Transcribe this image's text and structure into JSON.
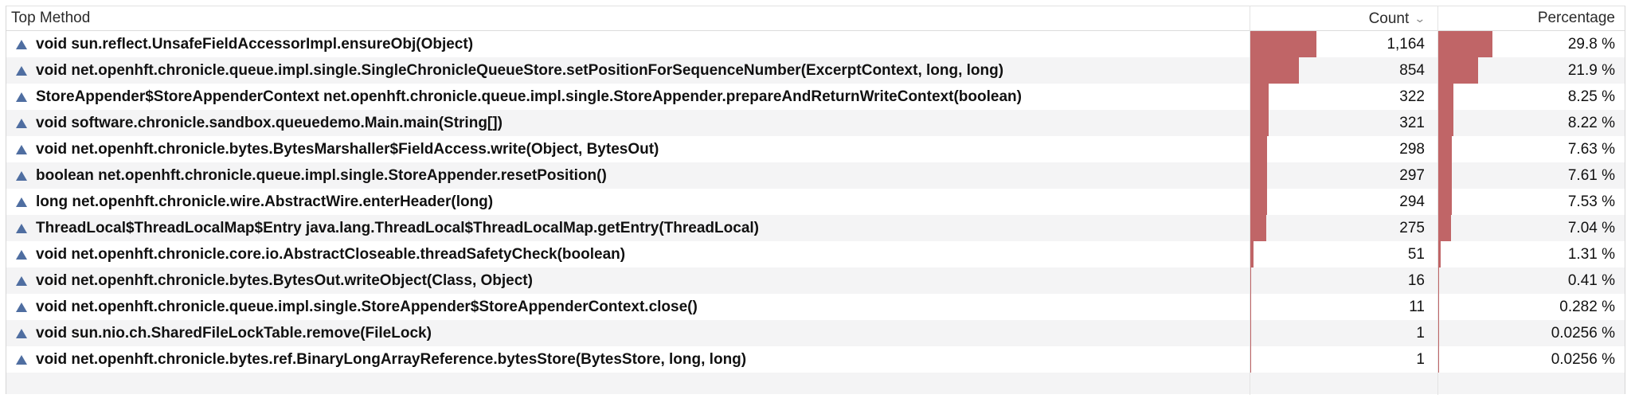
{
  "header": {
    "method": "Top Method",
    "count": "Count",
    "percentage": "Percentage"
  },
  "bar_color": "#c06567",
  "icon_color": "#4f6ea1",
  "rows": [
    {
      "method": "void sun.reflect.UnsafeFieldAccessorImpl.ensureObj(Object)",
      "count": "1,164",
      "percentage": "29.8 %",
      "count_value": 1164,
      "pct_value": 29.8
    },
    {
      "method": "void net.openhft.chronicle.queue.impl.single.SingleChronicleQueueStore.setPositionForSequenceNumber(ExcerptContext, long, long)",
      "count": "854",
      "percentage": "21.9 %",
      "count_value": 854,
      "pct_value": 21.9
    },
    {
      "method": "StoreAppender$StoreAppenderContext net.openhft.chronicle.queue.impl.single.StoreAppender.prepareAndReturnWriteContext(boolean)",
      "count": "322",
      "percentage": "8.25 %",
      "count_value": 322,
      "pct_value": 8.25
    },
    {
      "method": "void software.chronicle.sandbox.queuedemo.Main.main(String[])",
      "count": "321",
      "percentage": "8.22 %",
      "count_value": 321,
      "pct_value": 8.22
    },
    {
      "method": "void net.openhft.chronicle.bytes.BytesMarshaller$FieldAccess.write(Object, BytesOut)",
      "count": "298",
      "percentage": "7.63 %",
      "count_value": 298,
      "pct_value": 7.63
    },
    {
      "method": "boolean net.openhft.chronicle.queue.impl.single.StoreAppender.resetPosition()",
      "count": "297",
      "percentage": "7.61 %",
      "count_value": 297,
      "pct_value": 7.61
    },
    {
      "method": "long net.openhft.chronicle.wire.AbstractWire.enterHeader(long)",
      "count": "294",
      "percentage": "7.53 %",
      "count_value": 294,
      "pct_value": 7.53
    },
    {
      "method": "ThreadLocal$ThreadLocalMap$Entry java.lang.ThreadLocal$ThreadLocalMap.getEntry(ThreadLocal)",
      "count": "275",
      "percentage": "7.04 %",
      "count_value": 275,
      "pct_value": 7.04
    },
    {
      "method": "void net.openhft.chronicle.core.io.AbstractCloseable.threadSafetyCheck(boolean)",
      "count": "51",
      "percentage": "1.31 %",
      "count_value": 51,
      "pct_value": 1.31
    },
    {
      "method": "void net.openhft.chronicle.bytes.BytesOut.writeObject(Class, Object)",
      "count": "16",
      "percentage": "0.41 %",
      "count_value": 16,
      "pct_value": 0.41
    },
    {
      "method": "void net.openhft.chronicle.queue.impl.single.StoreAppender$StoreAppenderContext.close()",
      "count": "11",
      "percentage": "0.282 %",
      "count_value": 11,
      "pct_value": 0.282
    },
    {
      "method": "void sun.nio.ch.SharedFileLockTable.remove(FileLock)",
      "count": "1",
      "percentage": "0.0256 %",
      "count_value": 1,
      "pct_value": 0.0256
    },
    {
      "method": "void net.openhft.chronicle.bytes.ref.BinaryLongArrayReference.bytesStore(BytesStore, long, long)",
      "count": "1",
      "percentage": "0.0256 %",
      "count_value": 1,
      "pct_value": 0.0256
    }
  ]
}
